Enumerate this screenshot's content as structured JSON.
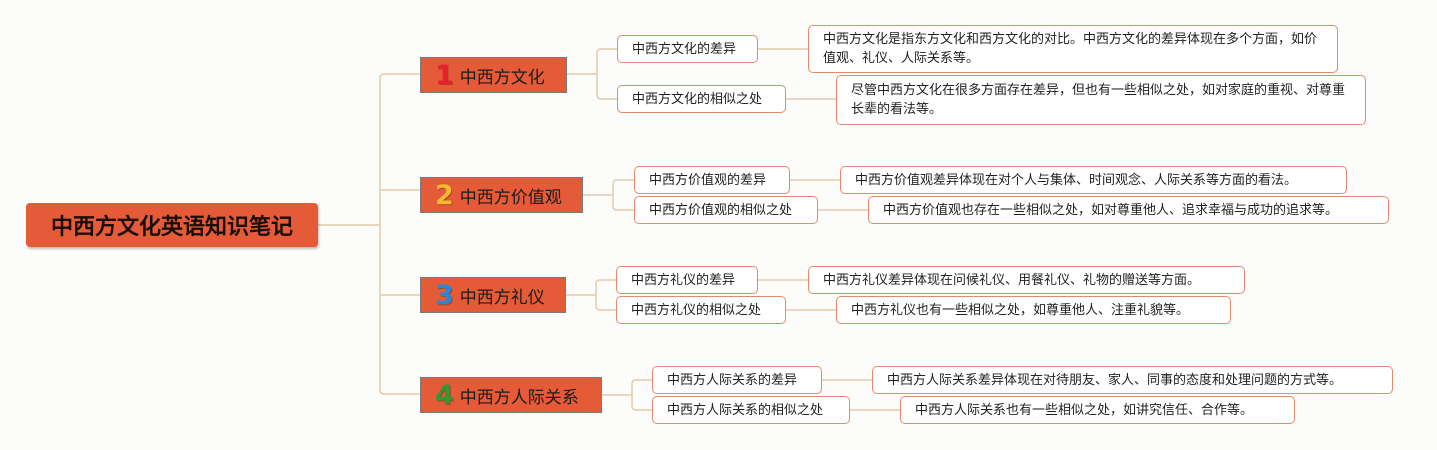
{
  "root": {
    "title": "中西方文化英语知识笔记"
  },
  "colors": {
    "node_fill": "#e55a37",
    "box_border": "#e08a6f",
    "connector": "#e6c9ad"
  },
  "branches": [
    {
      "number": "1",
      "number_color": "#e8222a",
      "title": "中西方文化",
      "items": [
        {
          "label": "中西方文化的差异",
          "detail": "中西方文化是指东方文化和西方文化的对比。中西方文化的差异体现在多个方面，如价值观、礼仪、人际关系等。"
        },
        {
          "label": "中西方文化的相似之处",
          "detail": "尽管中西方文化在很多方面存在差异，但也有一些相似之处，如对家庭的重视、对尊重长辈的看法等。"
        }
      ]
    },
    {
      "number": "2",
      "number_color": "#f5b830",
      "title": "中西方价值观",
      "items": [
        {
          "label": "中西方价值观的差异",
          "detail": "中西方价值观差异体现在对个人与集体、时间观念、人际关系等方面的看法。"
        },
        {
          "label": "中西方价值观的相似之处",
          "detail": "中西方价值观也存在一些相似之处，如对尊重他人、追求幸福与成功的追求等。"
        }
      ]
    },
    {
      "number": "3",
      "number_color": "#2d86d6",
      "title": "中西方礼仪",
      "items": [
        {
          "label": "中西方礼仪的差异",
          "detail": "中西方礼仪差异体现在问候礼仪、用餐礼仪、礼物的赠送等方面。"
        },
        {
          "label": "中西方礼仪的相似之处",
          "detail": "中西方礼仪也有一些相似之处，如尊重他人、注重礼貌等。"
        }
      ]
    },
    {
      "number": "4",
      "number_color": "#2f9a2f",
      "title": "中西方人际关系",
      "items": [
        {
          "label": "中西方人际关系的差异",
          "detail": "中西方人际关系差异体现在对待朋友、家人、同事的态度和处理问题的方式等。"
        },
        {
          "label": "中西方人际关系的相似之处",
          "detail": "中西方人际关系也有一些相似之处，如讲究信任、合作等。"
        }
      ]
    }
  ]
}
